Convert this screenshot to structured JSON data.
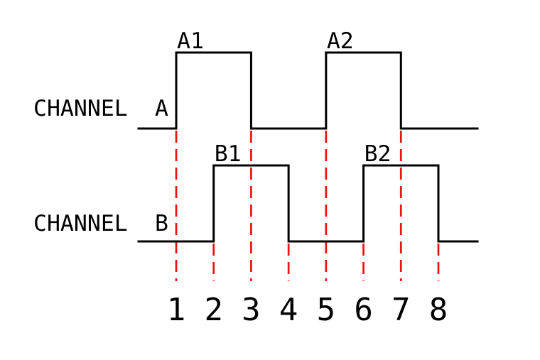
{
  "diagram": {
    "title": "quadrature-timing-diagram",
    "background_color": "#ffffff",
    "signal_color": "#000000",
    "marker_line_color": "#ee1111",
    "text_color": "#000000",
    "markers": [
      "1",
      "2",
      "3",
      "4",
      "5",
      "6",
      "7",
      "8"
    ],
    "channels": [
      {
        "name": "CHANNEL",
        "letter": "A",
        "label": "CHANNEL  A",
        "pulses": [
          {
            "label": "A1",
            "rise_marker": 1,
            "fall_marker": 3
          },
          {
            "label": "A2",
            "rise_marker": 5,
            "fall_marker": 7
          }
        ]
      },
      {
        "name": "CHANNEL",
        "letter": "B",
        "label": "CHANNEL  B",
        "pulses": [
          {
            "label": "B1",
            "rise_marker": 2,
            "fall_marker": 4
          },
          {
            "label": "B2",
            "rise_marker": 6,
            "fall_marker": 8
          }
        ]
      }
    ]
  }
}
